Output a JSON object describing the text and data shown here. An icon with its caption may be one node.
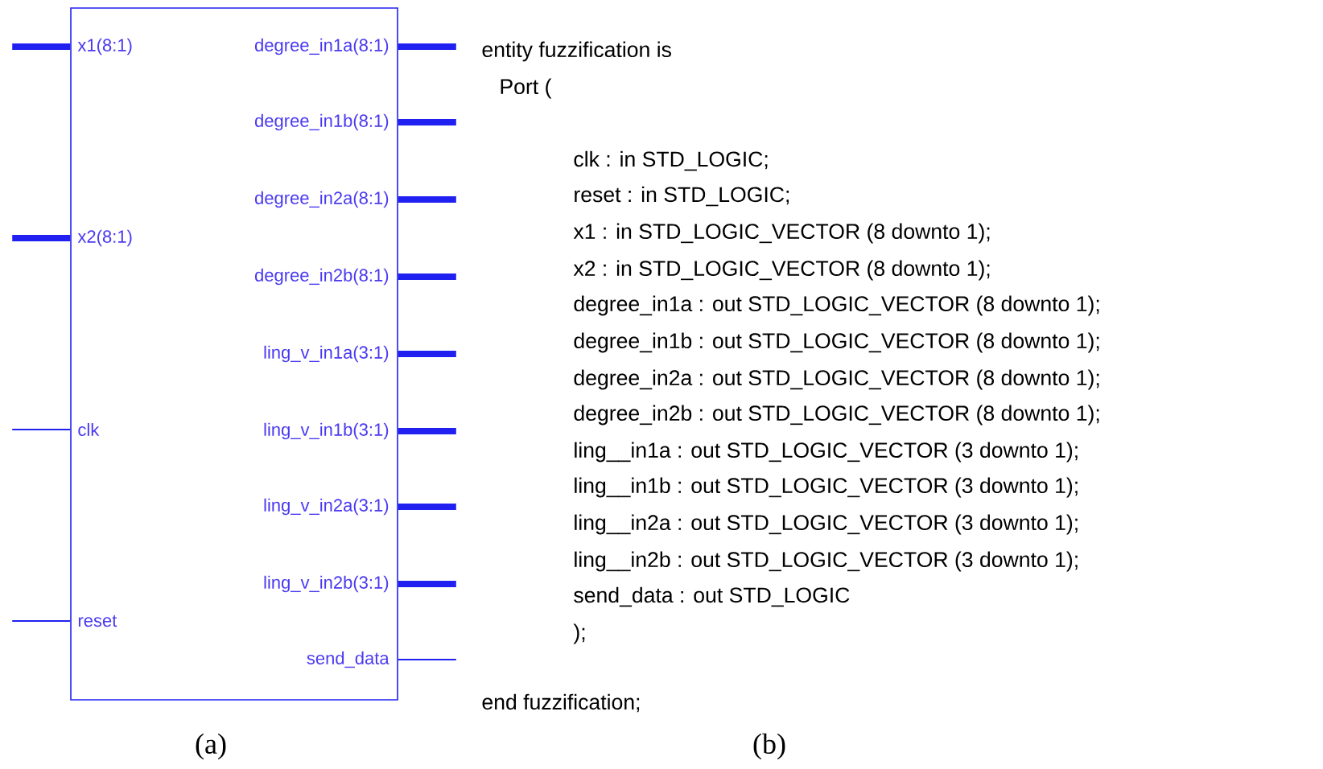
{
  "diagram": {
    "nodes": [
      {
        "text": [],
        "shape": "box"
      },
      {
        "text": [
          "x1(8:1)"
        ],
        "in": 0
      },
      {
        "text": [
          "degree_in1a(8:1)"
        ],
        "in": 0
      },
      {
        "text": [
          "degree_in1b(8:1)"
        ],
        "in": 0
      },
      {
        "text": [
          "degree_in2a(8:1)"
        ],
        "in": 0
      },
      {
        "text": [
          "x2(8:1)"
        ],
        "in": 0
      },
      {
        "text": [
          "degree_in2b(8:1)"
        ],
        "in": 0
      },
      {
        "text": [
          "ling_v_in1a(3:1)"
        ],
        "in": 0
      },
      {
        "text": [
          "clk"
        ],
        "in": 0
      },
      {
        "text": [
          "ling_v_in1b(3:1)"
        ],
        "in": 0
      },
      {
        "text": [
          "ling_v_in2a(3:1)"
        ],
        "in": 0
      },
      {
        "text": [
          "ling_v_in2b(3:1)"
        ],
        "in": 0
      },
      {
        "text": [
          "reset"
        ],
        "in": 0
      },
      {
        "text": [
          "send_data"
        ],
        "in": 0
      }
    ],
    "edges": [
      {
        "from": null,
        "to": 1,
        "arrow": "none"
      },
      {
        "from": 2,
        "to": null,
        "arrow": "none"
      },
      {
        "from": 3,
        "to": null,
        "arrow": "none"
      },
      {
        "from": 4,
        "to": null,
        "arrow": "none"
      },
      {
        "from": null,
        "to": 5,
        "arrow": "none"
      },
      {
        "from": 6,
        "to": null,
        "arrow": "none"
      },
      {
        "from": 7,
        "to": null,
        "arrow": "none"
      },
      {
        "from": null,
        "to": 8,
        "arrow": "none"
      },
      {
        "from": 9,
        "to": null,
        "arrow": "none"
      },
      {
        "from": 10,
        "to": null,
        "arrow": "none"
      },
      {
        "from": 11,
        "to": null,
        "arrow": "none"
      },
      {
        "from": null,
        "to": 12,
        "arrow": "none"
      },
      {
        "from": 13,
        "to": null,
        "arrow": "none"
      }
    ],
    "labels": [
      "entity fuzzification is",
      "Port (",
      "clk : in STD_LOGIC;",
      "reset : in STD_LOGIC;",
      "x1 : in STD_LOGIC_VECTOR (8 downto 1);",
      "x2 : in STD_LOGIC_VECTOR (8 downto 1);",
      "degree_in1a : out STD_LOGIC_VECTOR (8 downto 1);",
      "degree_in1b : out STD_LOGIC_VECTOR (8 downto 1);",
      "degree_in2a : out STD_LOGIC_VECTOR (8 downto 1);",
      "degree_in2b : out STD_LOGIC_VECTOR (8 downto 1);",
      "ling__in1a : out STD_LOGIC_VECTOR (3 downto 1);",
      "ling__in1b : out STD_LOGIC_VECTOR (3 downto 1);",
      "ling__in2a : out STD_LOGIC_VECTOR (3 downto 1);",
      "ling__in2b : out STD_LOGIC_VECTOR (3 downto 1);",
      "send_data : out STD_LOGIC",
      ");",
      "end fuzzification;",
      "(a)",
      "(b)"
    ]
  }
}
